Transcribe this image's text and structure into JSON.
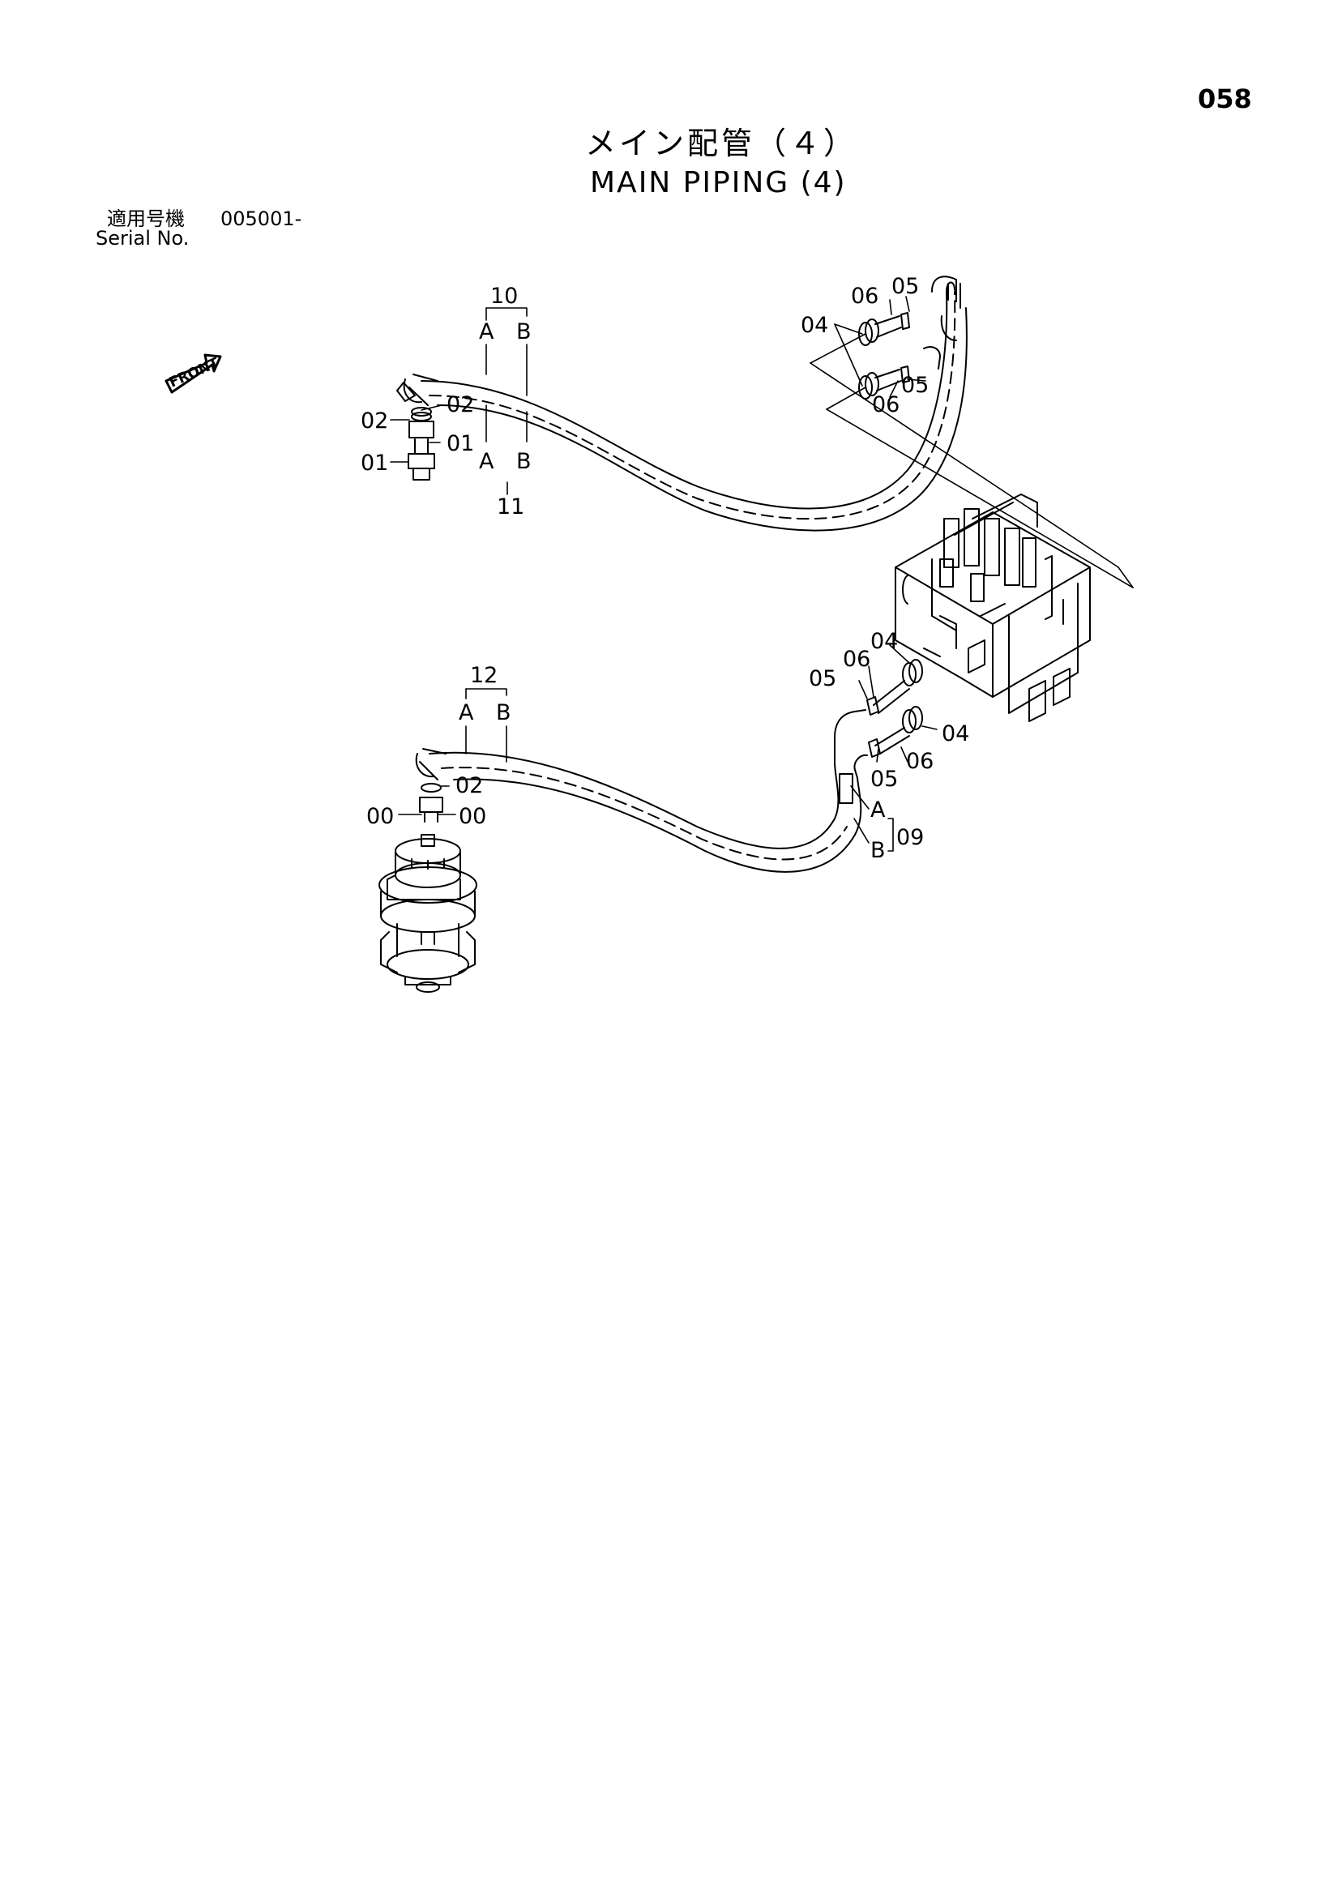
{
  "page_number": "058",
  "title_jp": "メイン配管（４）",
  "title_en": "MAIN PIPING (4)",
  "serial_label_jp": "適用号機",
  "serial_value": "005001-",
  "serial_label_en": "Serial No.",
  "front_label": "FRONT",
  "callouts": {
    "hose_10": "10",
    "hose_11": "11",
    "hose_12": "12",
    "hose_09": "09",
    "a": "A",
    "b": "B",
    "p00": "00",
    "p01": "01",
    "p02": "02",
    "p04": "04",
    "p05": "05",
    "p06": "06"
  }
}
